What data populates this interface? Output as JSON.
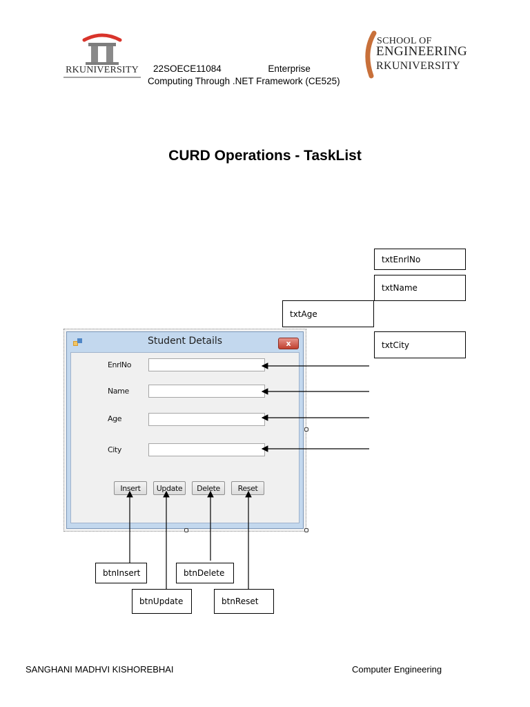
{
  "header": {
    "university_logo_text": "RKUNIVERSITY",
    "line1": "22SOECE11084                  Enterprise",
    "line2": "Computing Through .NET Framework (CE525)",
    "school_logo": {
      "line1": "SCHOOL OF",
      "line2": "ENGINEERING",
      "line3": "RKUNIVERSITY"
    }
  },
  "title": "CURD Operations - TaskList",
  "form": {
    "window_title": "Student Details",
    "close_glyph": "x",
    "fields": [
      {
        "label": "EnrlNo"
      },
      {
        "label": "Name"
      },
      {
        "label": "Age"
      },
      {
        "label": "City"
      }
    ],
    "buttons": [
      "Insert",
      "Update",
      "Delete",
      "Reset"
    ]
  },
  "control_labels": {
    "txt_enrl": "txtEnrlNo",
    "txt_name": "txtName",
    "txt_age": "txtAge",
    "txt_city": "txtCity",
    "btn_insert": "btnInsert",
    "btn_update": "btnUpdate",
    "btn_delete": "btnDelete",
    "btn_reset": "btnReset"
  },
  "colors": {
    "logo_arch": "#d9342b",
    "logo_pillars": "#7d7d7d",
    "school_arc": "#c8703a",
    "window_frame": "#c3d8ee",
    "close_button": "#c0402e"
  },
  "footer": {
    "name": "SANGHANI MADHVI KISHOREBHAI",
    "department": "Computer Engineering"
  }
}
